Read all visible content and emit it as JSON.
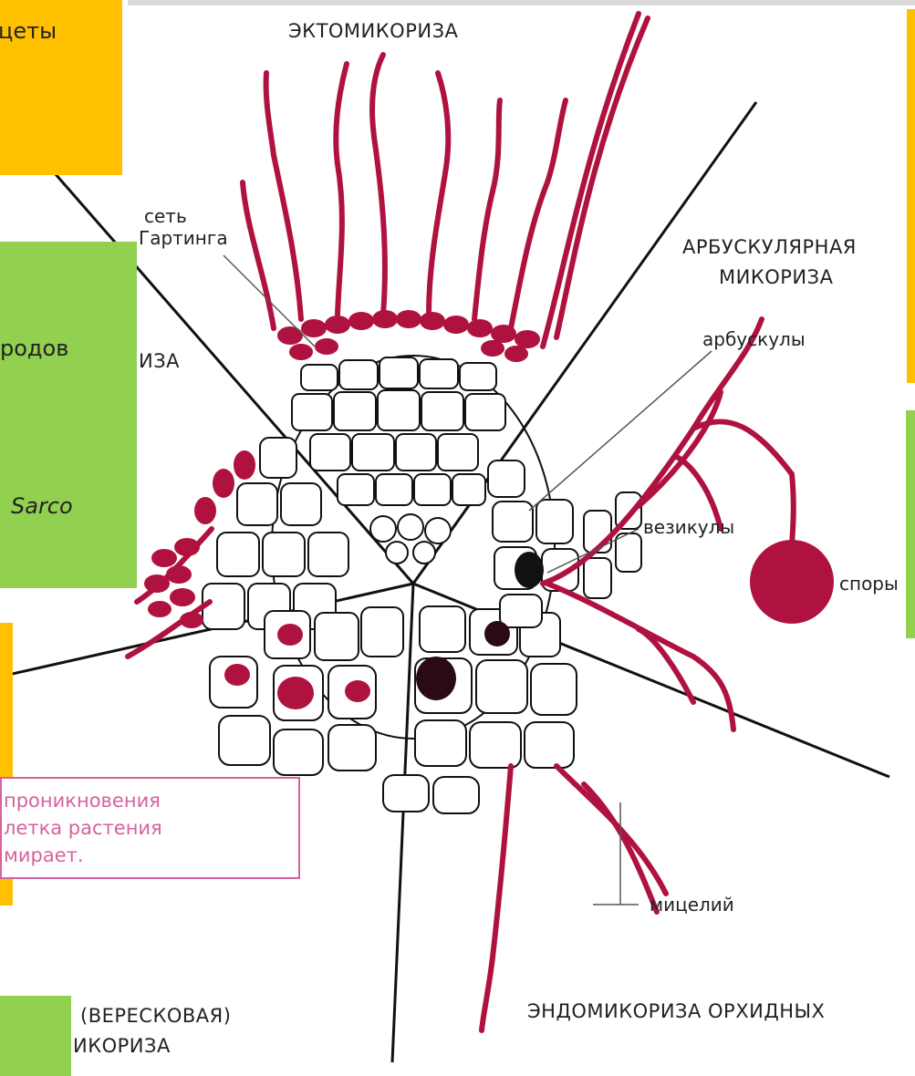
{
  "diagram": {
    "labels": {
      "ecto": "ЭКТОМИКОРИЗА",
      "hartig_1": "сеть",
      "hartig_2": "Гартинга",
      "arb_1": "АРБУСКУЛЯРНАЯ",
      "arb_2": "МИКОРИЗА",
      "arbuscules": "арбускулы",
      "vesicles": "везикулы",
      "spores": "споры",
      "mycelium": "мицелий",
      "orchid": "ЭНДОМИКОРИЗА ОРХИДНЫХ",
      "left_partial": "ИЗА",
      "ericoid_1": "(ВЕРЕСКОВАЯ)",
      "ericoid_2": "ИКОРИЗА"
    },
    "overlays": {
      "top_left_box": "цеты",
      "green_box_line1": "родов",
      "green_box_line2": "Sarco",
      "pink_note": [
        "проникновения",
        "летка растения",
        "мирает."
      ]
    },
    "colors": {
      "fungus": "#b0123f",
      "yellow": "#ffc000",
      "green": "#92d050",
      "pink_border": "#d6629e",
      "line": "#111111"
    }
  }
}
